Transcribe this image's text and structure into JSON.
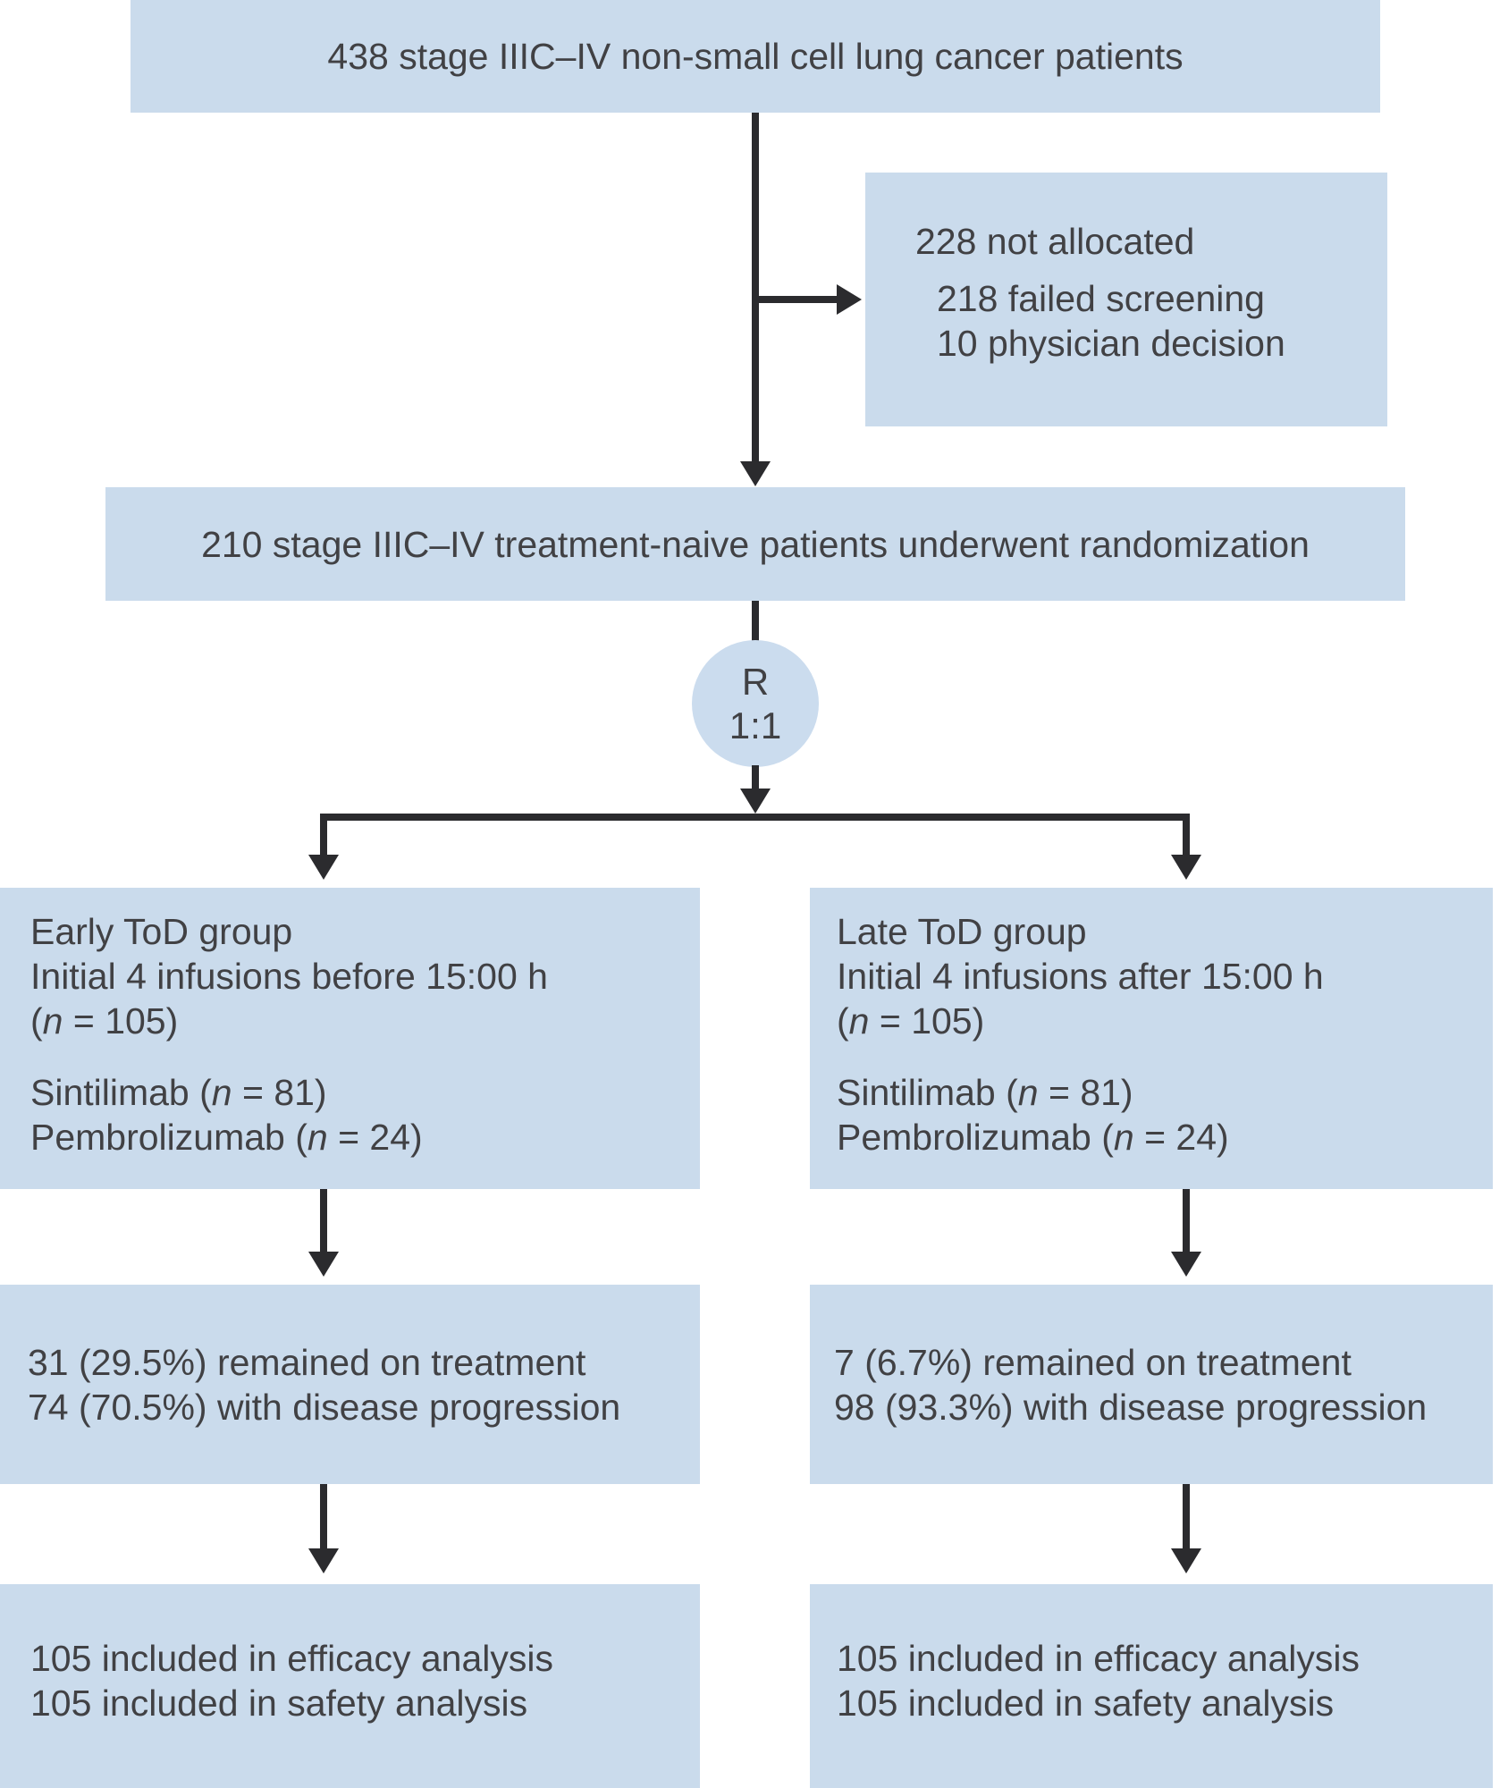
{
  "palette": {
    "box_fill": "#cadbec",
    "circle_fill": "#cbdcee",
    "line_color": "#2b2b2e",
    "text_color": "#414144",
    "background": "#ffffff"
  },
  "flowchart": {
    "screened": {
      "text": "438 stage IIIC–IV non-small cell lung cancer patients"
    },
    "not_allocated": {
      "title": "228 not allocated",
      "reasons": [
        "218 failed screening",
        "10 physician decision"
      ]
    },
    "randomized": {
      "text": "210 stage IIIC–IV treatment-naive patients underwent randomization"
    },
    "randomization": {
      "label": "R",
      "ratio": "1:1"
    },
    "early_group": {
      "title": "Early ToD group",
      "subtitle": "Initial 4 infusions before 15:00 h",
      "n_line": [
        {
          "t": "("
        },
        {
          "t": "n",
          "i": true
        },
        {
          "t": " = 105)"
        }
      ],
      "drug1": [
        {
          "t": "Sintilimab ("
        },
        {
          "t": "n",
          "i": true
        },
        {
          "t": " = 81)"
        }
      ],
      "drug2": [
        {
          "t": "Pembrolizumab ("
        },
        {
          "t": "n",
          "i": true
        },
        {
          "t": " = 24)"
        }
      ]
    },
    "late_group": {
      "title": "Late ToD group",
      "subtitle": "Initial 4 infusions after 15:00 h",
      "n_line": [
        {
          "t": "("
        },
        {
          "t": "n",
          "i": true
        },
        {
          "t": " = 105)"
        }
      ],
      "drug1": [
        {
          "t": "Sintilimab ("
        },
        {
          "t": "n",
          "i": true
        },
        {
          "t": " = 81)"
        }
      ],
      "drug2": [
        {
          "t": "Pembrolizumab ("
        },
        {
          "t": "n",
          "i": true
        },
        {
          "t": " = 24)"
        }
      ]
    },
    "early_outcome": {
      "line1": "31 (29.5%) remained on treatment",
      "line2": "74 (70.5%) with disease progression"
    },
    "late_outcome": {
      "line1": "7 (6.7%) remained on treatment",
      "line2": "98 (93.3%) with disease progression"
    },
    "early_analysis": {
      "line1": "105 included in efficacy analysis",
      "line2": "105 included in safety analysis"
    },
    "late_analysis": {
      "line1": "105 included in efficacy analysis",
      "line2": "105 included in safety analysis"
    }
  }
}
